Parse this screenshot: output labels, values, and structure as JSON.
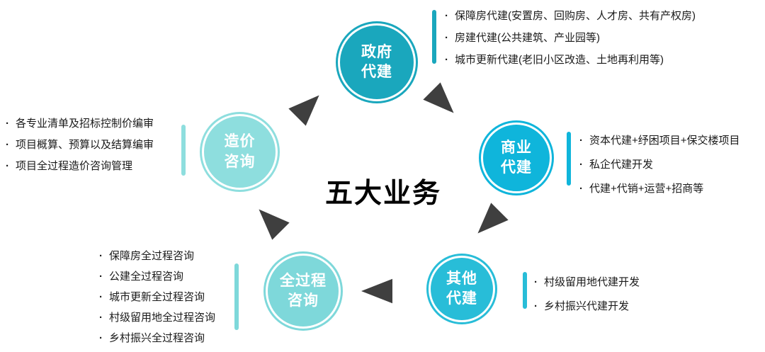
{
  "title": "五大业务",
  "colors": {
    "arrow": "#3F3F3F",
    "title": "#000000"
  },
  "nodes": [
    {
      "id": "government",
      "label": [
        "政府",
        "代建"
      ],
      "color": "#1AA7BD",
      "items": [
        "保障房代建(安置房、回购房、人才房、共有产权房)",
        "房建代建(公共建筑、产业园等)",
        "城市更新代建(老旧小区改造、土地再利用等)"
      ]
    },
    {
      "id": "commercial",
      "label": [
        "商业",
        "代建"
      ],
      "color": "#0FB5DB",
      "items": [
        "资本代建+纾困项目+保交楼项目",
        "私企代建开发",
        "代建+代销+运营+招商等"
      ]
    },
    {
      "id": "other",
      "label": [
        "其他",
        "代建"
      ],
      "color": "#28BDD8",
      "items": [
        "村级留用地代建开发",
        "乡村振兴代建开发"
      ]
    },
    {
      "id": "whole-process",
      "label": [
        "全过程",
        "咨询"
      ],
      "color": "#7ED8DA",
      "items": [
        "保障房全过程咨询",
        "公建全过程咨询",
        "城市更新全过程咨询",
        "村级留用地全过程咨询",
        "乡村振兴全过程咨询"
      ]
    },
    {
      "id": "cost",
      "label": [
        "造价",
        "咨询"
      ],
      "color": "#8EDEDE",
      "items": [
        "各专业清单及招标控制价编审",
        "项目概算、预算以及结算编审",
        "项目全过程造价咨询管理"
      ]
    }
  ]
}
